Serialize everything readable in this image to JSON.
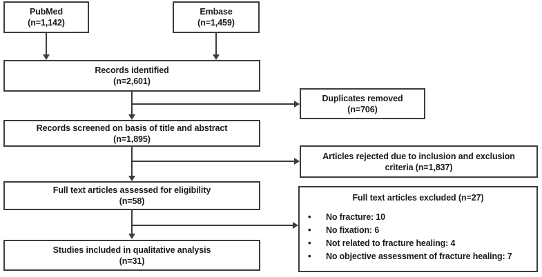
{
  "diagram": {
    "type": "prisma-flow-diagram",
    "title": "",
    "colors": {
      "border": "#3c3c3c",
      "text": "#1a1a1a",
      "background": "#ffffff",
      "connector": "#3c3c3c"
    },
    "nodes": {
      "pubmed": {
        "label": "PubMed",
        "count_label": "(n=1,142)",
        "count": 1142
      },
      "embase": {
        "label": "Embase",
        "count_label": "(n=1,459)",
        "count": 1459
      },
      "records_identified": {
        "label": "Records identified",
        "count_label": "(n=2,601)",
        "count": 2601
      },
      "duplicates_removed": {
        "label": "Duplicates removed",
        "count_label": "(n=706)",
        "count": 706
      },
      "records_screened": {
        "label": "Records screened on basis of title and abstract",
        "count_label": "(n=1,895)",
        "count": 1895
      },
      "articles_rejected": {
        "label": "Articles rejected due to inclusion and exclusion",
        "count_label": "criteria (n=1,837)",
        "count": 1837
      },
      "full_text_assessed": {
        "label": "Full text articles assessed for eligibility",
        "count_label": "(n=58)",
        "count": 58
      },
      "full_text_excluded": {
        "title": "Full text articles excluded (n=27)",
        "count": 27,
        "reasons": [
          {
            "label": "No fracture: 10",
            "value": 10
          },
          {
            "label": "No fixation: 6",
            "value": 6
          },
          {
            "label": "Not related to fracture healing: 4",
            "value": 4
          },
          {
            "label": "No objective assessment of fracture healing: 7",
            "value": 7
          }
        ]
      },
      "studies_included": {
        "label": "Studies included in qualitative analysis",
        "count_label": "(n=31)",
        "count": 31
      }
    }
  }
}
